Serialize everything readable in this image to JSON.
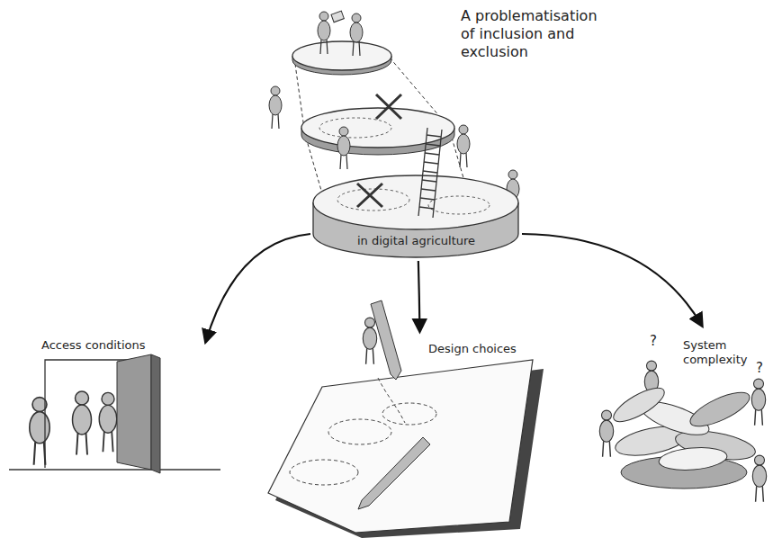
{
  "diagram": {
    "title": "A problematisation of inclusion and exclusion",
    "nodes": [
      {
        "text": [
          "in digital agriculture"
        ]
      },
      {
        "text": [
          "Access conditions"
        ]
      },
      {
        "text": [
          "Design choices"
        ]
      },
      {
        "text": [
          "System complexity"
        ]
      }
    ],
    "edges": [
      {
        "from": 0,
        "to": 1,
        "arrow": "to"
      },
      {
        "from": 0,
        "to": 2,
        "arrow": "to"
      },
      {
        "from": 0,
        "to": 3,
        "arrow": "to"
      }
    ],
    "labels": [
      "?",
      "?"
    ]
  }
}
